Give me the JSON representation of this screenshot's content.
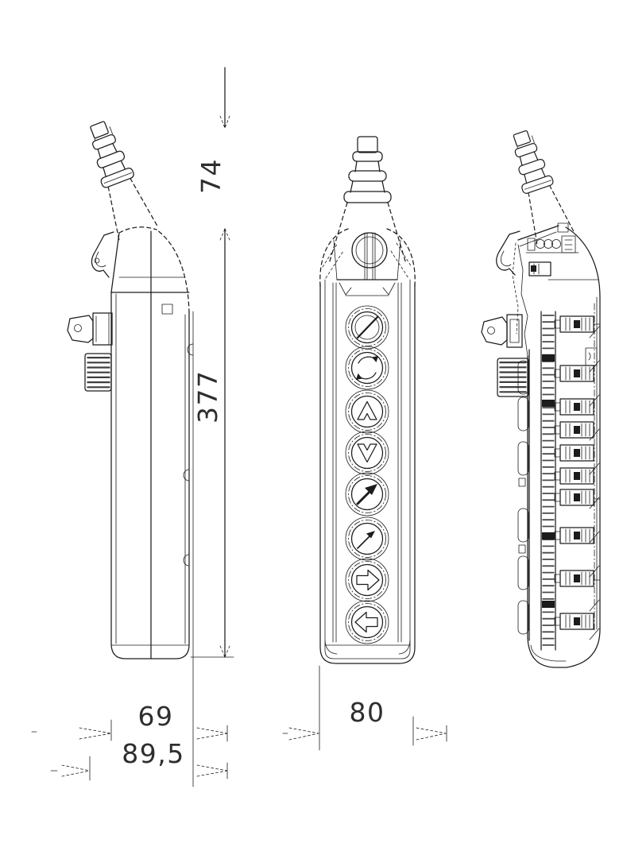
{
  "page": {
    "background": "#ffffff",
    "line_color": "#1c1c1c",
    "text_color": "#2e2e2e"
  },
  "drawing": {
    "type": "technical-drawing",
    "views": [
      {
        "id": "side-view-left"
      },
      {
        "id": "front-view"
      },
      {
        "id": "side-view-internal"
      }
    ],
    "dimensions": {
      "gland_height": "74",
      "body_length": "377",
      "body_depth": "69",
      "depth_with_selector": "89,5",
      "body_width": "80"
    },
    "front_panel_symbols": [
      "emergency-stop-slash-circle",
      "rotate-circular-arrows",
      "double-arrow-up",
      "double-arrow-down",
      "arrow-up-right-bold",
      "arrow-up-right-thin",
      "arrow-right-outline",
      "arrow-left-outline"
    ]
  }
}
